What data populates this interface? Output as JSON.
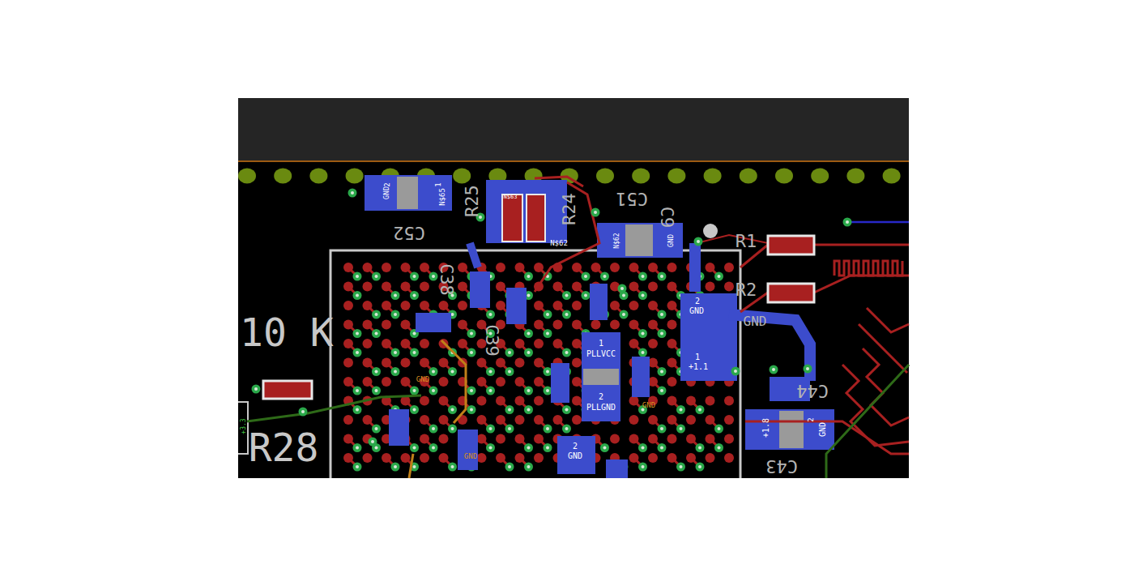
{
  "diagram": {
    "labels": [
      "GND",
      "1",
      "N$65",
      "2",
      "C52",
      "R25",
      "N$63",
      "R24",
      "N$62",
      "C51",
      "N$62",
      "GND",
      "C9",
      "R1",
      "R2",
      "GND",
      "GND",
      "+1.1",
      "PLLVCC",
      "PLLGND",
      "1",
      "2",
      "10 K",
      "R28",
      "C43",
      "C44",
      "+1.8",
      "GND",
      "2",
      "GND",
      "GND",
      "GND",
      "2",
      "C38",
      "C39",
      "+3.3",
      "GND",
      "1",
      "2"
    ]
  }
}
